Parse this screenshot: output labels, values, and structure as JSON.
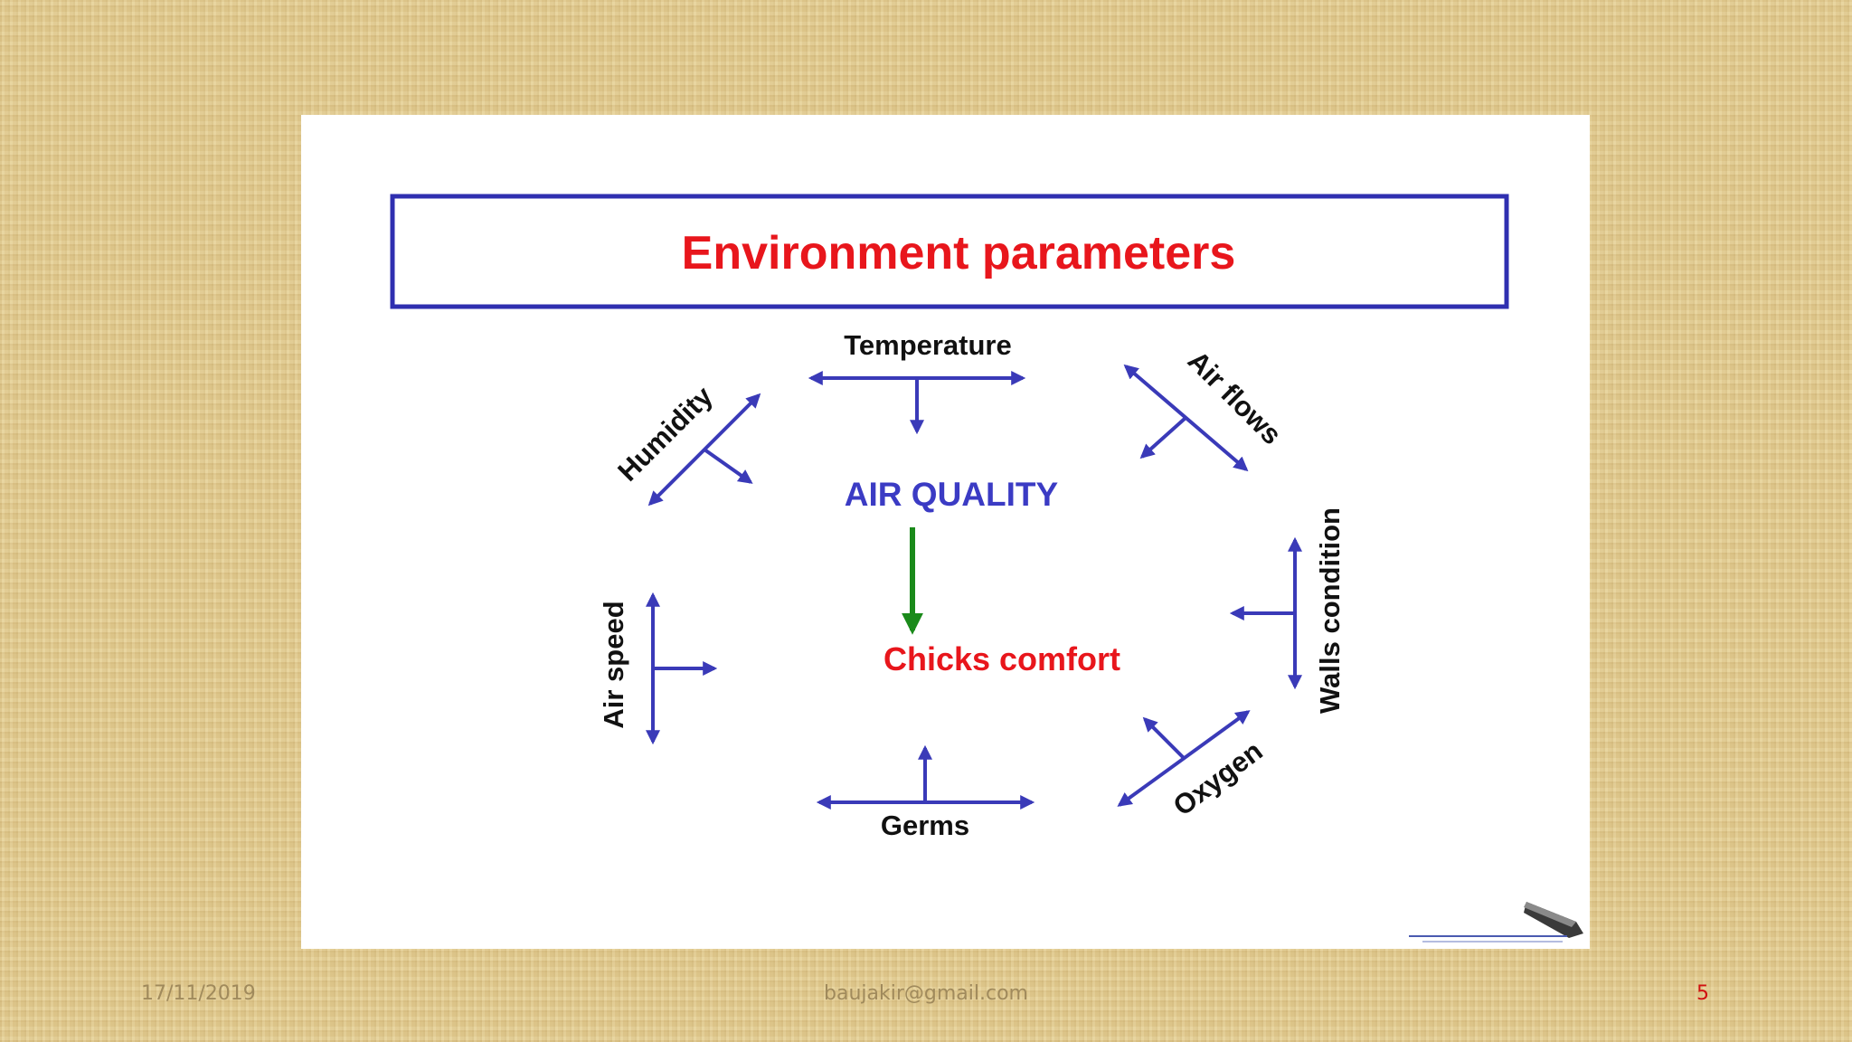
{
  "slide": {
    "title": "Environment parameters",
    "center_top": "AIR QUALITY",
    "center_bottom": "Chicks comfort",
    "parameters": {
      "temperature": "Temperature",
      "humidity": "Humidity",
      "air_flows": "Air flows",
      "walls_condition": "Walls condition",
      "air_speed": "Air speed",
      "germs": "Germs",
      "oxygen": "Oxygen"
    },
    "colors": {
      "title_text": "#e8161c",
      "frame_border": "#2f2fb0",
      "arrow": "#3a3ab8",
      "center_top": "#3b3bc4",
      "center_arrow": "#1a8a1a",
      "center_bottom": "#e8161c"
    }
  },
  "footer": {
    "date": "17/11/2019",
    "email": "baujakir@gmail.com",
    "page_number": "5"
  }
}
